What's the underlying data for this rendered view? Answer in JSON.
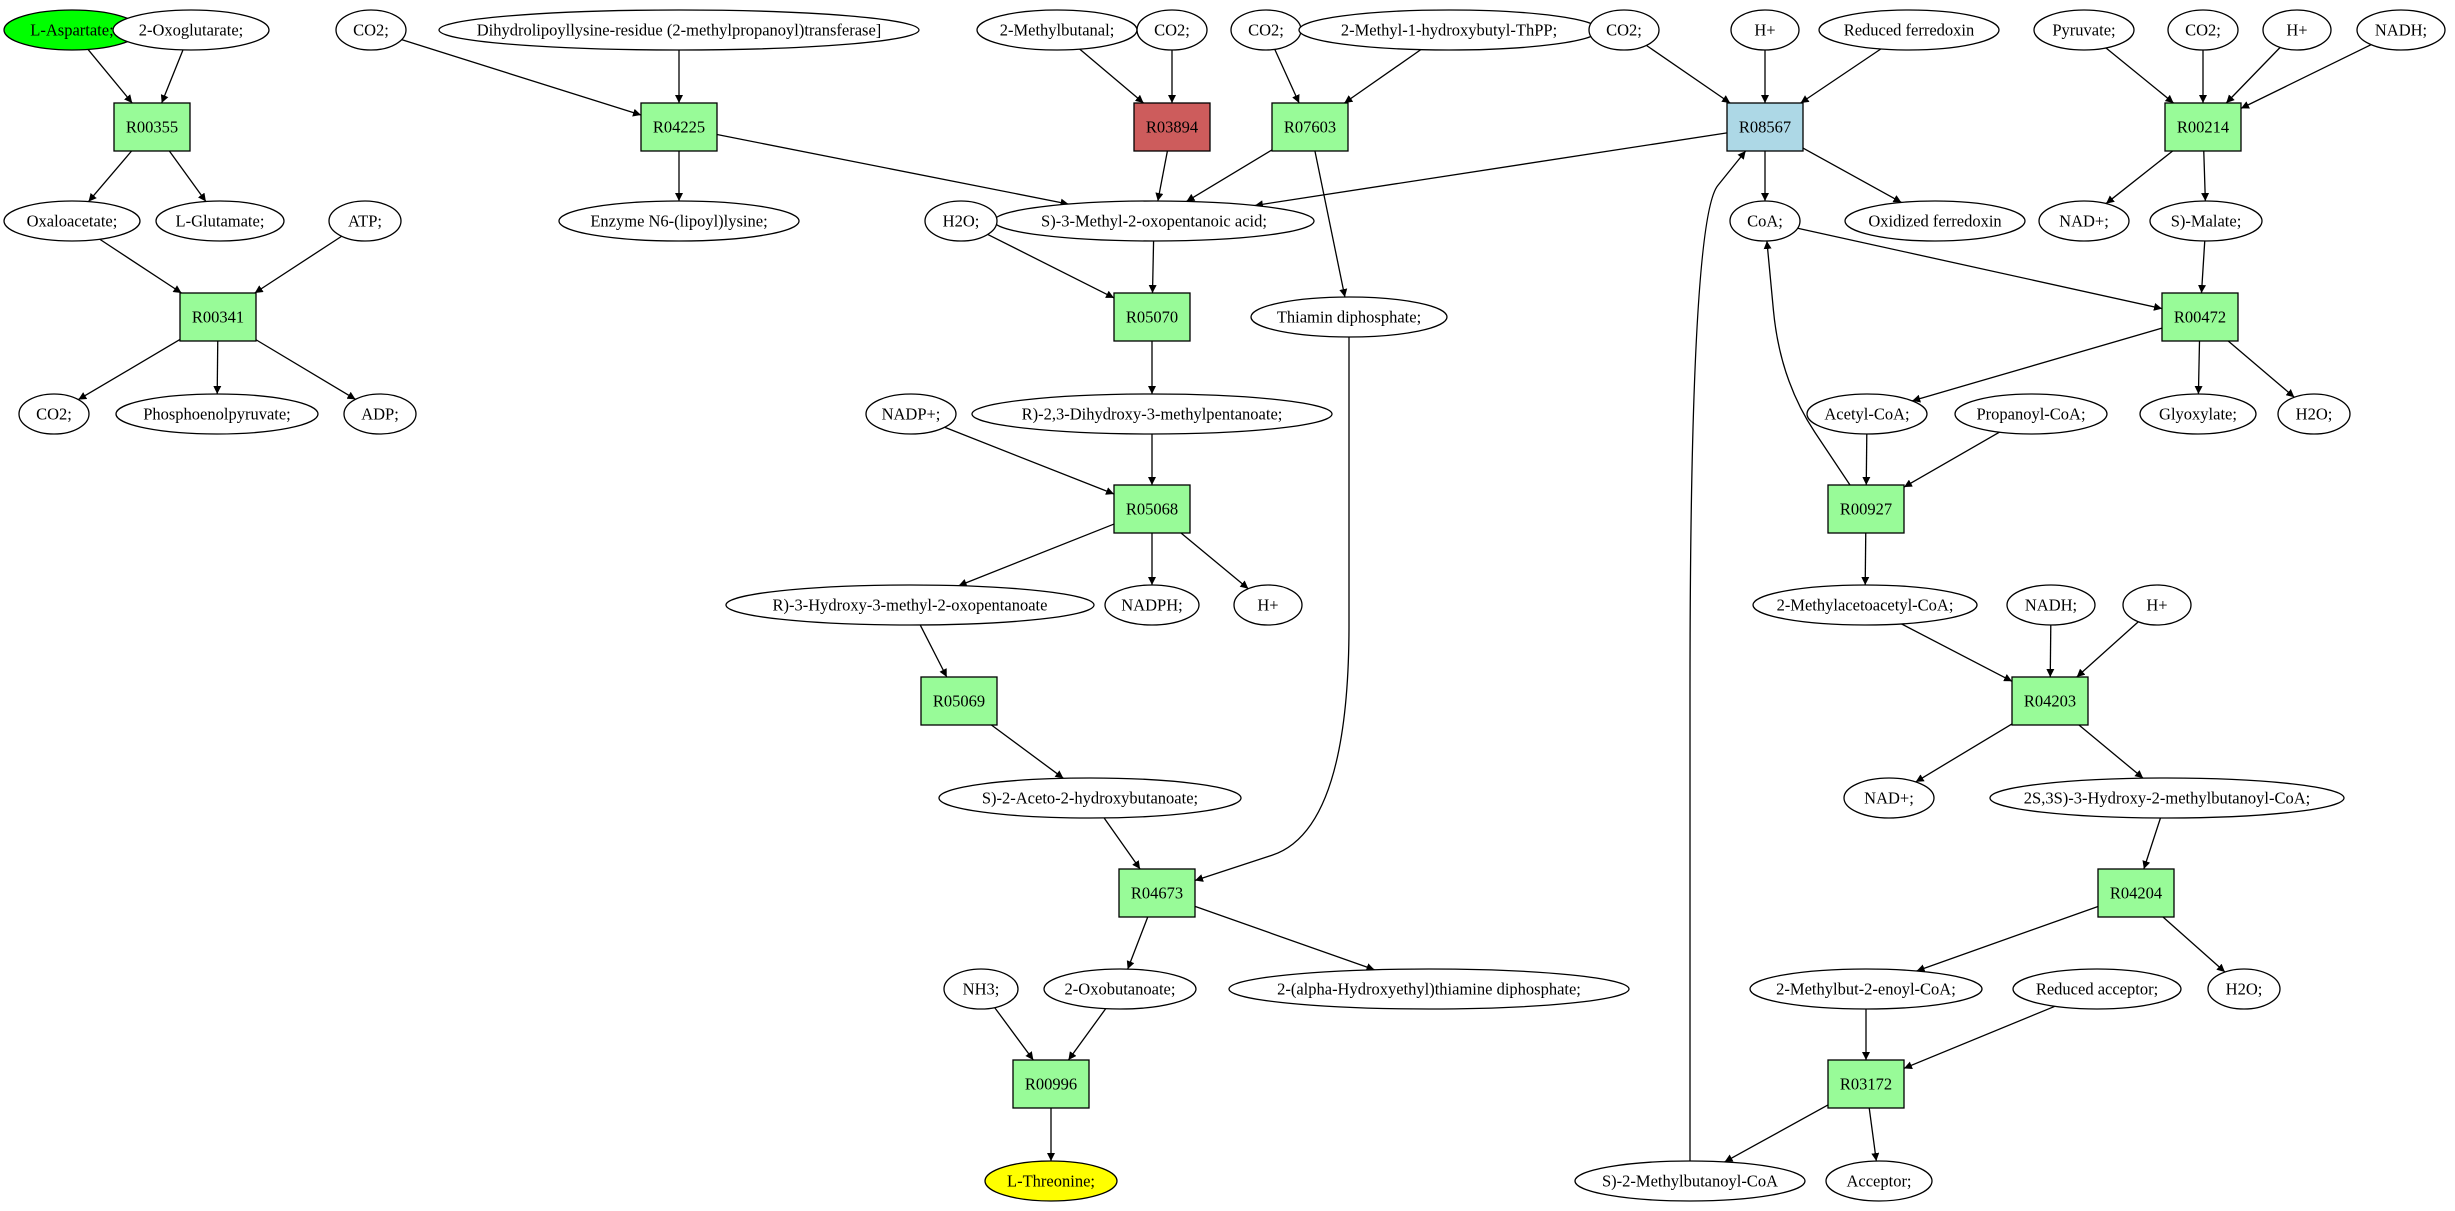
{
  "colors": {
    "reaction": "#98fb98",
    "reaction_highlight_red": "#cd5c5c",
    "reaction_highlight_blue": "#add8e6",
    "metabolite": "#ffffff",
    "start": "#00ff00",
    "target": "#ffff00",
    "stroke": "#000000"
  },
  "nodes": [
    {
      "id": "L_Aspartate",
      "label": "L-Aspartate;",
      "kind": "metabolite",
      "fill": "#00ff00"
    },
    {
      "id": "Oxoglut",
      "label": "2-Oxoglutarate;",
      "kind": "metabolite"
    },
    {
      "id": "R00355",
      "label": "R00355",
      "kind": "reaction"
    },
    {
      "id": "Oxaloacetate",
      "label": "Oxaloacetate;",
      "kind": "metabolite"
    },
    {
      "id": "LGlu",
      "label": "L-Glutamate;",
      "kind": "metabolite"
    },
    {
      "id": "ATP",
      "label": "ATP;",
      "kind": "metabolite"
    },
    {
      "id": "R00341",
      "label": "R00341",
      "kind": "reaction"
    },
    {
      "id": "CO2_a",
      "label": "CO2;",
      "kind": "metabolite"
    },
    {
      "id": "PEP",
      "label": "Phosphoenolpyruvate;",
      "kind": "metabolite"
    },
    {
      "id": "ADP",
      "label": "ADP;",
      "kind": "metabolite"
    },
    {
      "id": "CO2_b",
      "label": "CO2;",
      "kind": "metabolite"
    },
    {
      "id": "DihydroT",
      "label": "Dihydrolipoyllysine-residue (2-methylpropanoyl)transferase]",
      "kind": "metabolite"
    },
    {
      "id": "R04225",
      "label": "R04225",
      "kind": "reaction"
    },
    {
      "id": "EnzN6",
      "label": "Enzyme N6-(lipoyl)lysine;",
      "kind": "metabolite"
    },
    {
      "id": "MeButanal",
      "label": "2-Methylbutanal;",
      "kind": "metabolite"
    },
    {
      "id": "CO2_c",
      "label": "CO2;",
      "kind": "metabolite"
    },
    {
      "id": "R03894",
      "label": "R03894",
      "kind": "reaction",
      "fill": "#cd5c5c"
    },
    {
      "id": "CO2_d",
      "label": "CO2;",
      "kind": "metabolite"
    },
    {
      "id": "MHBThPP",
      "label": "2-Methyl-1-hydroxybutyl-ThPP;",
      "kind": "metabolite"
    },
    {
      "id": "R07603",
      "label": "R07603",
      "kind": "reaction"
    },
    {
      "id": "S3M2OPA",
      "label": "S)-3-Methyl-2-oxopentanoic acid;",
      "kind": "metabolite"
    },
    {
      "id": "H2O_a",
      "label": "H2O;",
      "kind": "metabolite"
    },
    {
      "id": "R05070",
      "label": "R05070",
      "kind": "reaction"
    },
    {
      "id": "ThDP",
      "label": "Thiamin diphosphate;",
      "kind": "metabolite"
    },
    {
      "id": "R23DHMP",
      "label": "R)-2,3-Dihydroxy-3-methylpentanoate;",
      "kind": "metabolite"
    },
    {
      "id": "NADPp",
      "label": "NADP+;",
      "kind": "metabolite"
    },
    {
      "id": "R05068",
      "label": "R05068",
      "kind": "reaction"
    },
    {
      "id": "R3HM2OP",
      "label": "R)-3-Hydroxy-3-methyl-2-oxopentanoate",
      "kind": "metabolite"
    },
    {
      "id": "NADPH",
      "label": "NADPH;",
      "kind": "metabolite"
    },
    {
      "id": "Hp_a",
      "label": "H+",
      "kind": "metabolite"
    },
    {
      "id": "R05069",
      "label": "R05069",
      "kind": "reaction"
    },
    {
      "id": "S2A2HB",
      "label": "S)-2-Aceto-2-hydroxybutanoate;",
      "kind": "metabolite"
    },
    {
      "id": "R04673",
      "label": "R04673",
      "kind": "reaction"
    },
    {
      "id": "NH3",
      "label": "NH3;",
      "kind": "metabolite"
    },
    {
      "id": "Oxobut",
      "label": "2-Oxobutanoate;",
      "kind": "metabolite"
    },
    {
      "id": "AHETDP",
      "label": "2-(alpha-Hydroxyethyl)thiamine diphosphate;",
      "kind": "metabolite"
    },
    {
      "id": "R00996",
      "label": "R00996",
      "kind": "reaction"
    },
    {
      "id": "LThr",
      "label": "L-Threonine;",
      "kind": "metabolite",
      "fill": "#ffff00"
    },
    {
      "id": "CO2_e",
      "label": "CO2;",
      "kind": "metabolite"
    },
    {
      "id": "Hp_b",
      "label": "H+",
      "kind": "metabolite"
    },
    {
      "id": "RedFd",
      "label": "Reduced ferredoxin",
      "kind": "metabolite"
    },
    {
      "id": "R08567",
      "label": "R08567",
      "kind": "reaction",
      "fill": "#add8e6"
    },
    {
      "id": "CoA",
      "label": "CoA;",
      "kind": "metabolite"
    },
    {
      "id": "OxFd",
      "label": "Oxidized ferredoxin",
      "kind": "metabolite"
    },
    {
      "id": "Pyruvate",
      "label": "Pyruvate;",
      "kind": "metabolite"
    },
    {
      "id": "CO2_f",
      "label": "CO2;",
      "kind": "metabolite"
    },
    {
      "id": "Hp_c",
      "label": "H+",
      "kind": "metabolite"
    },
    {
      "id": "NADH_a",
      "label": "NADH;",
      "kind": "metabolite"
    },
    {
      "id": "R00214",
      "label": "R00214",
      "kind": "reaction"
    },
    {
      "id": "NADp_a",
      "label": "NAD+;",
      "kind": "metabolite"
    },
    {
      "id": "SMalate",
      "label": "S)-Malate;",
      "kind": "metabolite"
    },
    {
      "id": "R00472",
      "label": "R00472",
      "kind": "reaction"
    },
    {
      "id": "AcCoA",
      "label": "Acetyl-CoA;",
      "kind": "metabolite"
    },
    {
      "id": "PropCoA",
      "label": "Propanoyl-CoA;",
      "kind": "metabolite"
    },
    {
      "id": "Glyox",
      "label": "Glyoxylate;",
      "kind": "metabolite"
    },
    {
      "id": "H2O_b",
      "label": "H2O;",
      "kind": "metabolite"
    },
    {
      "id": "R00927",
      "label": "R00927",
      "kind": "reaction"
    },
    {
      "id": "MeAcAcCoA",
      "label": "2-Methylacetoacetyl-CoA;",
      "kind": "metabolite"
    },
    {
      "id": "NADH_b",
      "label": "NADH;",
      "kind": "metabolite"
    },
    {
      "id": "Hp_d",
      "label": "H+",
      "kind": "metabolite"
    },
    {
      "id": "R04203",
      "label": "R04203",
      "kind": "reaction"
    },
    {
      "id": "NADp_b",
      "label": "NAD+;",
      "kind": "metabolite"
    },
    {
      "id": "HMBCoA",
      "label": "2S,3S)-3-Hydroxy-2-methylbutanoyl-CoA;",
      "kind": "metabolite"
    },
    {
      "id": "R04204",
      "label": "R04204",
      "kind": "reaction"
    },
    {
      "id": "MB2eCoA",
      "label": "2-Methylbut-2-enoyl-CoA;",
      "kind": "metabolite"
    },
    {
      "id": "RedAcc",
      "label": "Reduced acceptor;",
      "kind": "metabolite"
    },
    {
      "id": "H2O_c",
      "label": "H2O;",
      "kind": "metabolite"
    },
    {
      "id": "R03172",
      "label": "R03172",
      "kind": "reaction"
    },
    {
      "id": "S2MBCoA",
      "label": "S)-2-Methylbutanoyl-CoA",
      "kind": "metabolite"
    },
    {
      "id": "Acceptor",
      "label": "Acceptor;",
      "kind": "metabolite"
    }
  ],
  "edges": [
    [
      "L_Aspartate",
      "R00355"
    ],
    [
      "Oxoglut",
      "R00355"
    ],
    [
      "R00355",
      "Oxaloacetate"
    ],
    [
      "R00355",
      "LGlu"
    ],
    [
      "Oxaloacetate",
      "R00341"
    ],
    [
      "ATP",
      "R00341"
    ],
    [
      "R00341",
      "CO2_a"
    ],
    [
      "R00341",
      "PEP"
    ],
    [
      "R00341",
      "ADP"
    ],
    [
      "CO2_b",
      "R04225"
    ],
    [
      "DihydroT",
      "R04225"
    ],
    [
      "R04225",
      "EnzN6"
    ],
    [
      "R04225",
      "S3M2OPA"
    ],
    [
      "MeButanal",
      "R03894"
    ],
    [
      "CO2_c",
      "R03894"
    ],
    [
      "R03894",
      "S3M2OPA"
    ],
    [
      "CO2_d",
      "R07603"
    ],
    [
      "MHBThPP",
      "R07603"
    ],
    [
      "R07603",
      "S3M2OPA"
    ],
    [
      "R07603",
      "ThDP"
    ],
    [
      "S3M2OPA",
      "R05070"
    ],
    [
      "H2O_a",
      "R05070"
    ],
    [
      "R05070",
      "R23DHMP"
    ],
    [
      "R23DHMP",
      "R05068"
    ],
    [
      "NADPp",
      "R05068"
    ],
    [
      "R05068",
      "R3HM2OP"
    ],
    [
      "R05068",
      "NADPH"
    ],
    [
      "R05068",
      "Hp_a"
    ],
    [
      "R3HM2OP",
      "R05069"
    ],
    [
      "R05069",
      "S2A2HB"
    ],
    [
      "S2A2HB",
      "R04673"
    ],
    [
      "ThDP",
      "R04673"
    ],
    [
      "R04673",
      "Oxobut"
    ],
    [
      "R04673",
      "AHETDP"
    ],
    [
      "NH3",
      "R00996"
    ],
    [
      "Oxobut",
      "R00996"
    ],
    [
      "R00996",
      "LThr"
    ],
    [
      "CO2_e",
      "R08567"
    ],
    [
      "Hp_b",
      "R08567"
    ],
    [
      "RedFd",
      "R08567"
    ],
    [
      "S2MBCoA",
      "R08567"
    ],
    [
      "R08567",
      "S3M2OPA"
    ],
    [
      "R08567",
      "CoA"
    ],
    [
      "R08567",
      "OxFd"
    ],
    [
      "Pyruvate",
      "R00214"
    ],
    [
      "CO2_f",
      "R00214"
    ],
    [
      "Hp_c",
      "R00214"
    ],
    [
      "NADH_a",
      "R00214"
    ],
    [
      "R00214",
      "NADp_a"
    ],
    [
      "R00214",
      "SMalate"
    ],
    [
      "SMalate",
      "R00472"
    ],
    [
      "CoA",
      "R00472"
    ],
    [
      "R00472",
      "AcCoA"
    ],
    [
      "R00472",
      "Glyox"
    ],
    [
      "R00472",
      "H2O_b"
    ],
    [
      "AcCoA",
      "R00927"
    ],
    [
      "PropCoA",
      "R00927"
    ],
    [
      "R00927",
      "CoA"
    ],
    [
      "R00927",
      "MeAcAcCoA"
    ],
    [
      "MeAcAcCoA",
      "R04203"
    ],
    [
      "NADH_b",
      "R04203"
    ],
    [
      "Hp_d",
      "R04203"
    ],
    [
      "R04203",
      "NADp_b"
    ],
    [
      "R04203",
      "HMBCoA"
    ],
    [
      "HMBCoA",
      "R04204"
    ],
    [
      "R04204",
      "MB2eCoA"
    ],
    [
      "R04204",
      "H2O_c"
    ],
    [
      "MB2eCoA",
      "R03172"
    ],
    [
      "RedAcc",
      "R03172"
    ],
    [
      "R03172",
      "S2MBCoA"
    ],
    [
      "R03172",
      "Acceptor"
    ]
  ]
}
